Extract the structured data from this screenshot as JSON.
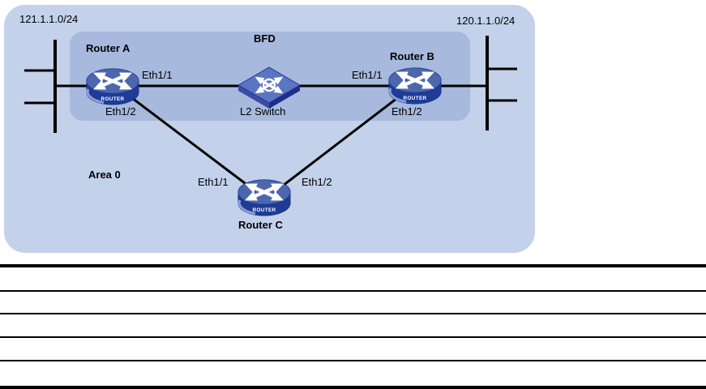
{
  "diagram": {
    "left_subnet": "121.1.1.0/24",
    "right_subnet": "120.1.1.0/24",
    "bfd_zone_label": "BFD",
    "area_label": "Area 0",
    "router_badge": "ROUTER",
    "nodes": {
      "router_a": {
        "name": "Router A",
        "eth1_1": "Eth1/1",
        "eth1_2": "Eth1/2"
      },
      "router_b": {
        "name": "Router B",
        "eth1_1": "Eth1/1",
        "eth1_2": "Eth1/2"
      },
      "router_c": {
        "name": "Router C",
        "eth1_1": "Eth1/1",
        "eth1_2": "Eth1/2"
      },
      "l2_switch": {
        "name": "L2 Switch"
      }
    },
    "colors": {
      "outer_region_bg": "#c3d1ea",
      "inner_region_bg": "#a7b9dd",
      "router_top": "#4d67ae",
      "router_body": "#1e3c97",
      "switch_top": "#5a75c1",
      "switch_side_left": "#3b4da6",
      "switch_side_right": "#202e8a",
      "link_line": "#000000"
    }
  },
  "table": {
    "row_count": 5
  }
}
